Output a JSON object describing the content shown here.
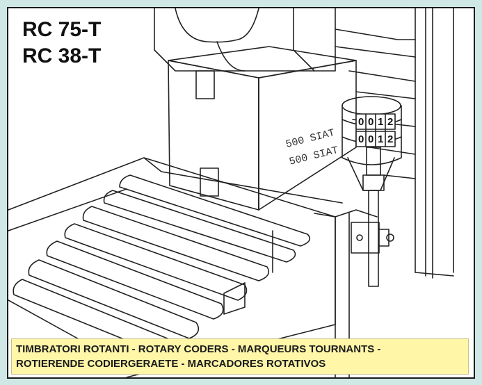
{
  "title_lines": [
    "RC 75-T",
    "RC 38-T"
  ],
  "caption_lines": [
    "TIMBRATORI ROTANTI - ROTARY CODERS - MARQUEURS TOURNANTS -",
    "ROTIERENDE CODIERGERAETE - MARCADORES ROTATIVOS"
  ],
  "box_print_lines": [
    "500 SIAT",
    "500 SIAT"
  ],
  "coder_digits": [
    "0",
    "0",
    "1",
    "2"
  ],
  "colors": {
    "page_background": "#cfe8e6",
    "caption_background": "#fff6a8",
    "ink": "#111111"
  }
}
